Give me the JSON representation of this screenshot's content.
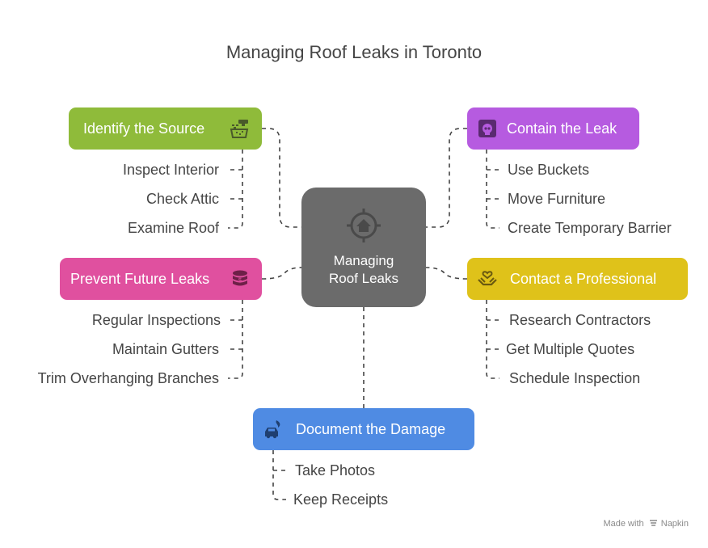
{
  "title": "Managing Roof Leaks in Toronto",
  "center": {
    "line1": "Managing",
    "line2": "Roof Leaks",
    "icon": "roof-target-icon"
  },
  "branches": {
    "identify": {
      "label": "Identify the Source",
      "color": "#8fbb3a",
      "icon": "faucet-water-icon",
      "items": [
        "Inspect Interior",
        "Check Attic",
        "Examine Roof"
      ]
    },
    "contain": {
      "label": "Contain the Leak",
      "color": "#b65be0",
      "icon": "bucket-skull-icon",
      "items": [
        "Use Buckets",
        "Move Furniture",
        "Create Temporary Barrier"
      ]
    },
    "prevent": {
      "label": "Prevent Future Leaks",
      "color": "#e0509f",
      "icon": "coin-stack-icon",
      "items": [
        "Regular Inspections",
        "Maintain Gutters",
        "Trim Overhanging Branches"
      ]
    },
    "contact": {
      "label": "Contact a Professional",
      "color": "#dfc21a",
      "icon": "hands-heart-icon",
      "items": [
        "Research Contractors",
        "Get Multiple Quotes",
        "Schedule Inspection"
      ]
    },
    "document": {
      "label": "Document the Damage",
      "color": "#4f8be3",
      "icon": "car-fire-icon",
      "items": [
        "Take Photos",
        "Keep Receipts"
      ]
    }
  },
  "footer": {
    "made_with": "Made with",
    "brand": "Napkin"
  }
}
